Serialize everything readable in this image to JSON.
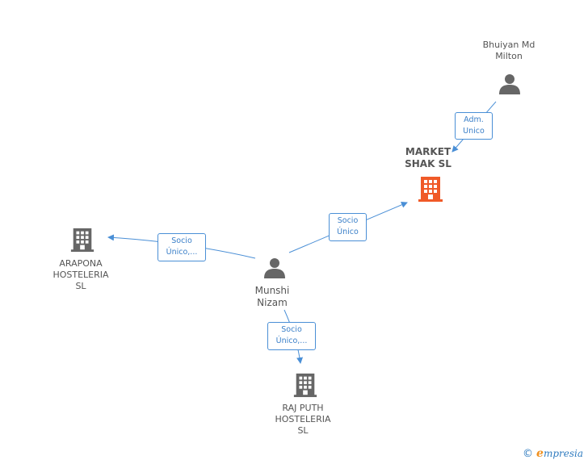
{
  "nodes": {
    "bhuiyan": {
      "label": "Bhuiyan Md\nMilton",
      "type": "person"
    },
    "market": {
      "label": "MARKET\nSHAK SL",
      "type": "company-main"
    },
    "arapona": {
      "label": "ARAPONA\nHOSTELERIA\nSL",
      "type": "company"
    },
    "munshi": {
      "label": "Munshi\nNizam",
      "type": "person"
    },
    "rajputh": {
      "label": "RAJ PUTH\nHOSTELERIA\nSL",
      "type": "company"
    }
  },
  "edges": {
    "bhuiyan_market": "Adm.\nUnico",
    "munshi_market": "Socio\nÚnico",
    "munshi_arapona": "Socio\nÚnico,...",
    "munshi_rajputh": "Socio\nÚnico,..."
  },
  "colors": {
    "edge": "#4a8fd6",
    "person": "#666666",
    "company": "#666666",
    "main_company": "#f05a28"
  },
  "footer": {
    "copyright": "©",
    "brand_initial": "e",
    "brand_rest": "mpresia"
  }
}
